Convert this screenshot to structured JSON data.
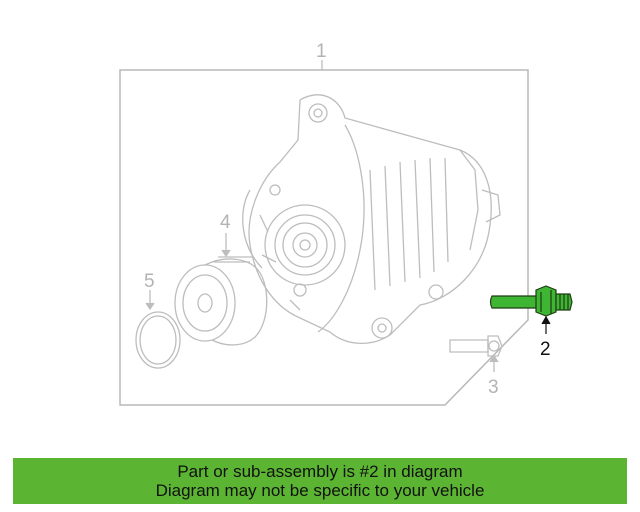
{
  "callouts": {
    "c1": "1",
    "c2": "2",
    "c3": "3",
    "c4": "4",
    "c5": "5"
  },
  "highlight_color": "#3fb534",
  "banner": {
    "line1": "Part or sub-assembly is #2 in diagram",
    "line2": "Diagram may not be specific to your vehicle",
    "color": "#5cb532"
  }
}
